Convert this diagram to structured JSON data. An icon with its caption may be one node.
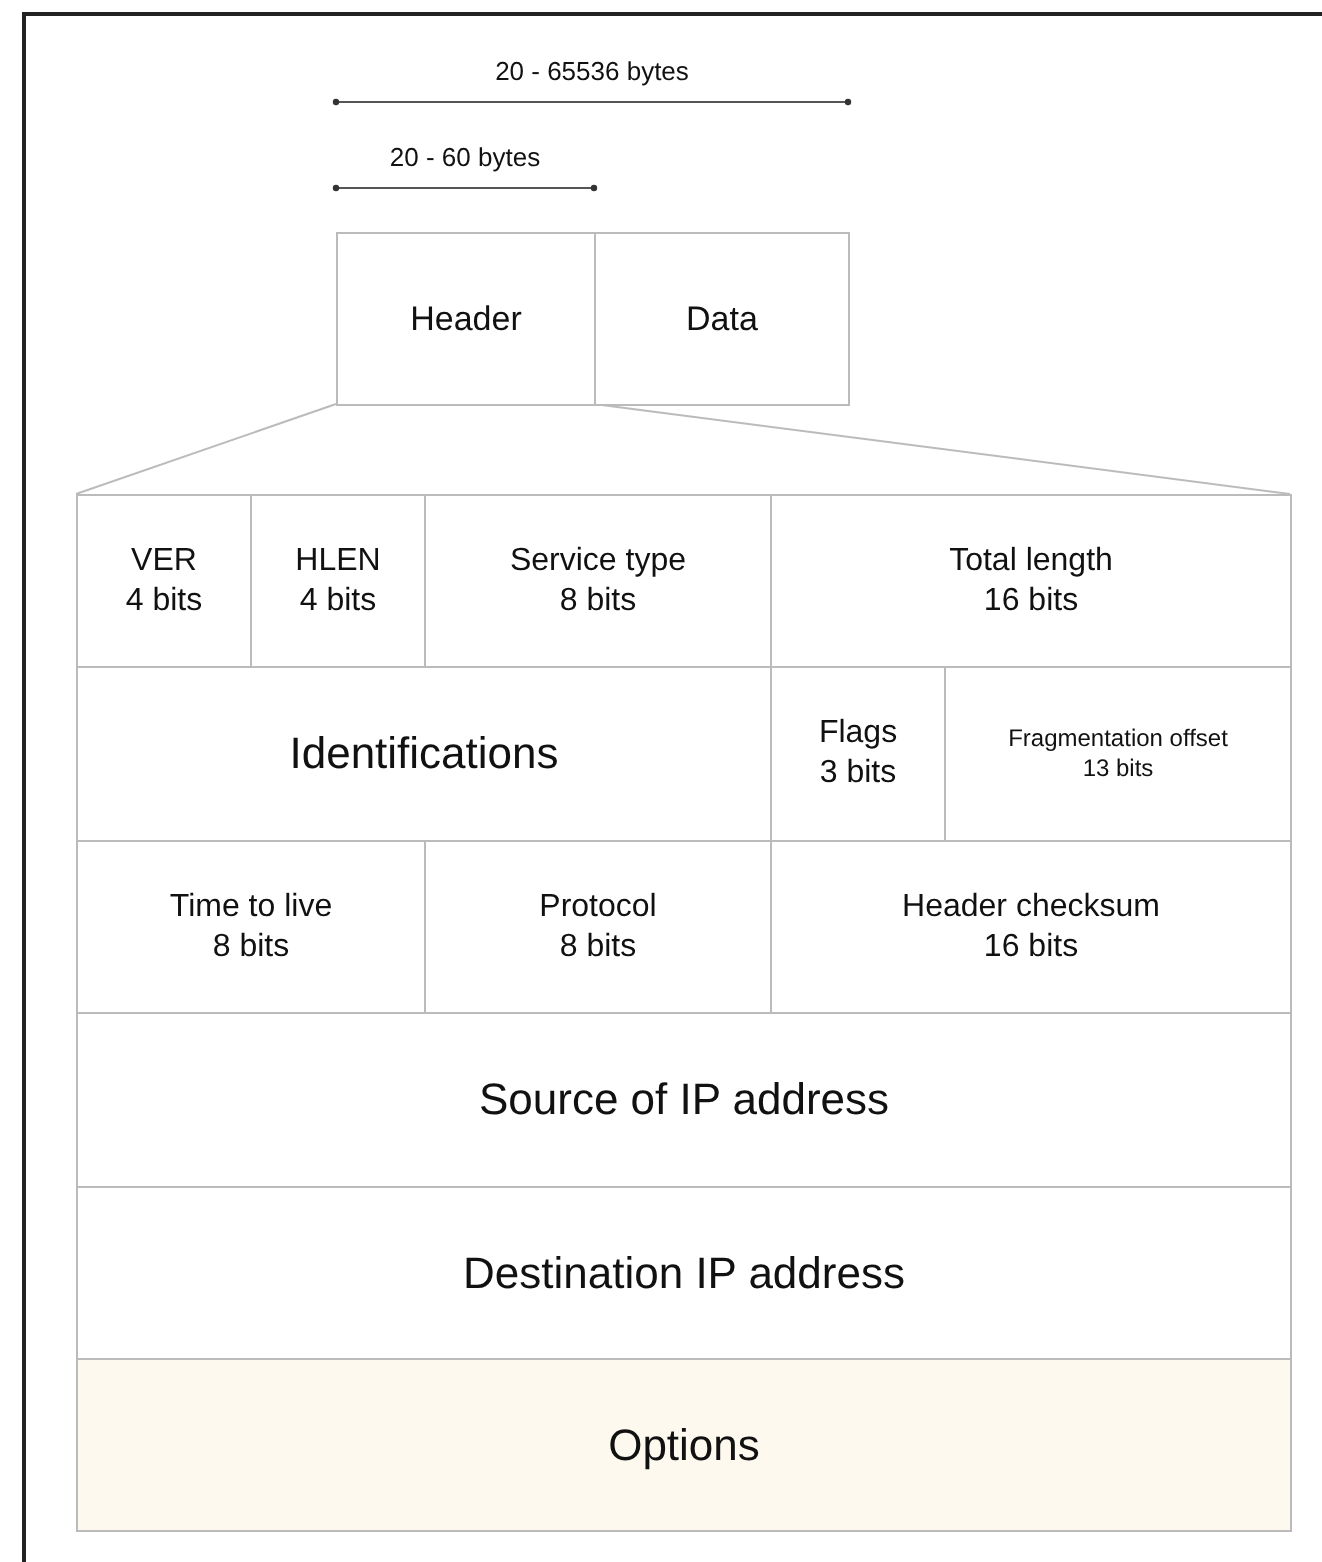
{
  "diagram": {
    "nodes": [
      {
        "text": [
          "Header"
        ]
      },
      {
        "text": [
          "Data"
        ]
      },
      {
        "text": [
          "VER",
          "4 bits"
        ]
      },
      {
        "text": [
          "HLEN",
          "4 bits"
        ]
      },
      {
        "text": [
          "Service type",
          "8 bits"
        ]
      },
      {
        "text": [
          "Total length",
          "16 bits"
        ]
      },
      {
        "text": [
          "Identifications"
        ]
      },
      {
        "text": [
          "Flags",
          "3 bits"
        ]
      },
      {
        "text": [
          "Fragmentation offset",
          "13 bits"
        ]
      },
      {
        "text": [
          "Time to live",
          "8 bits"
        ]
      },
      {
        "text": [
          "Protocol",
          "8 bits"
        ]
      },
      {
        "text": [
          "Header checksum",
          "16 bits"
        ]
      },
      {
        "text": [
          "Source of IP address"
        ]
      },
      {
        "text": [
          "Destination IP address"
        ]
      },
      {
        "text": [
          "Options"
        ]
      }
    ],
    "edges": [
      {
        "from": 0,
        "to": 2,
        "arrow": "none"
      },
      {
        "from": 0,
        "to": 5,
        "arrow": "none"
      }
    ],
    "labels": [
      "20 - 65536 bytes",
      "20 - 60 bytes"
    ]
  }
}
